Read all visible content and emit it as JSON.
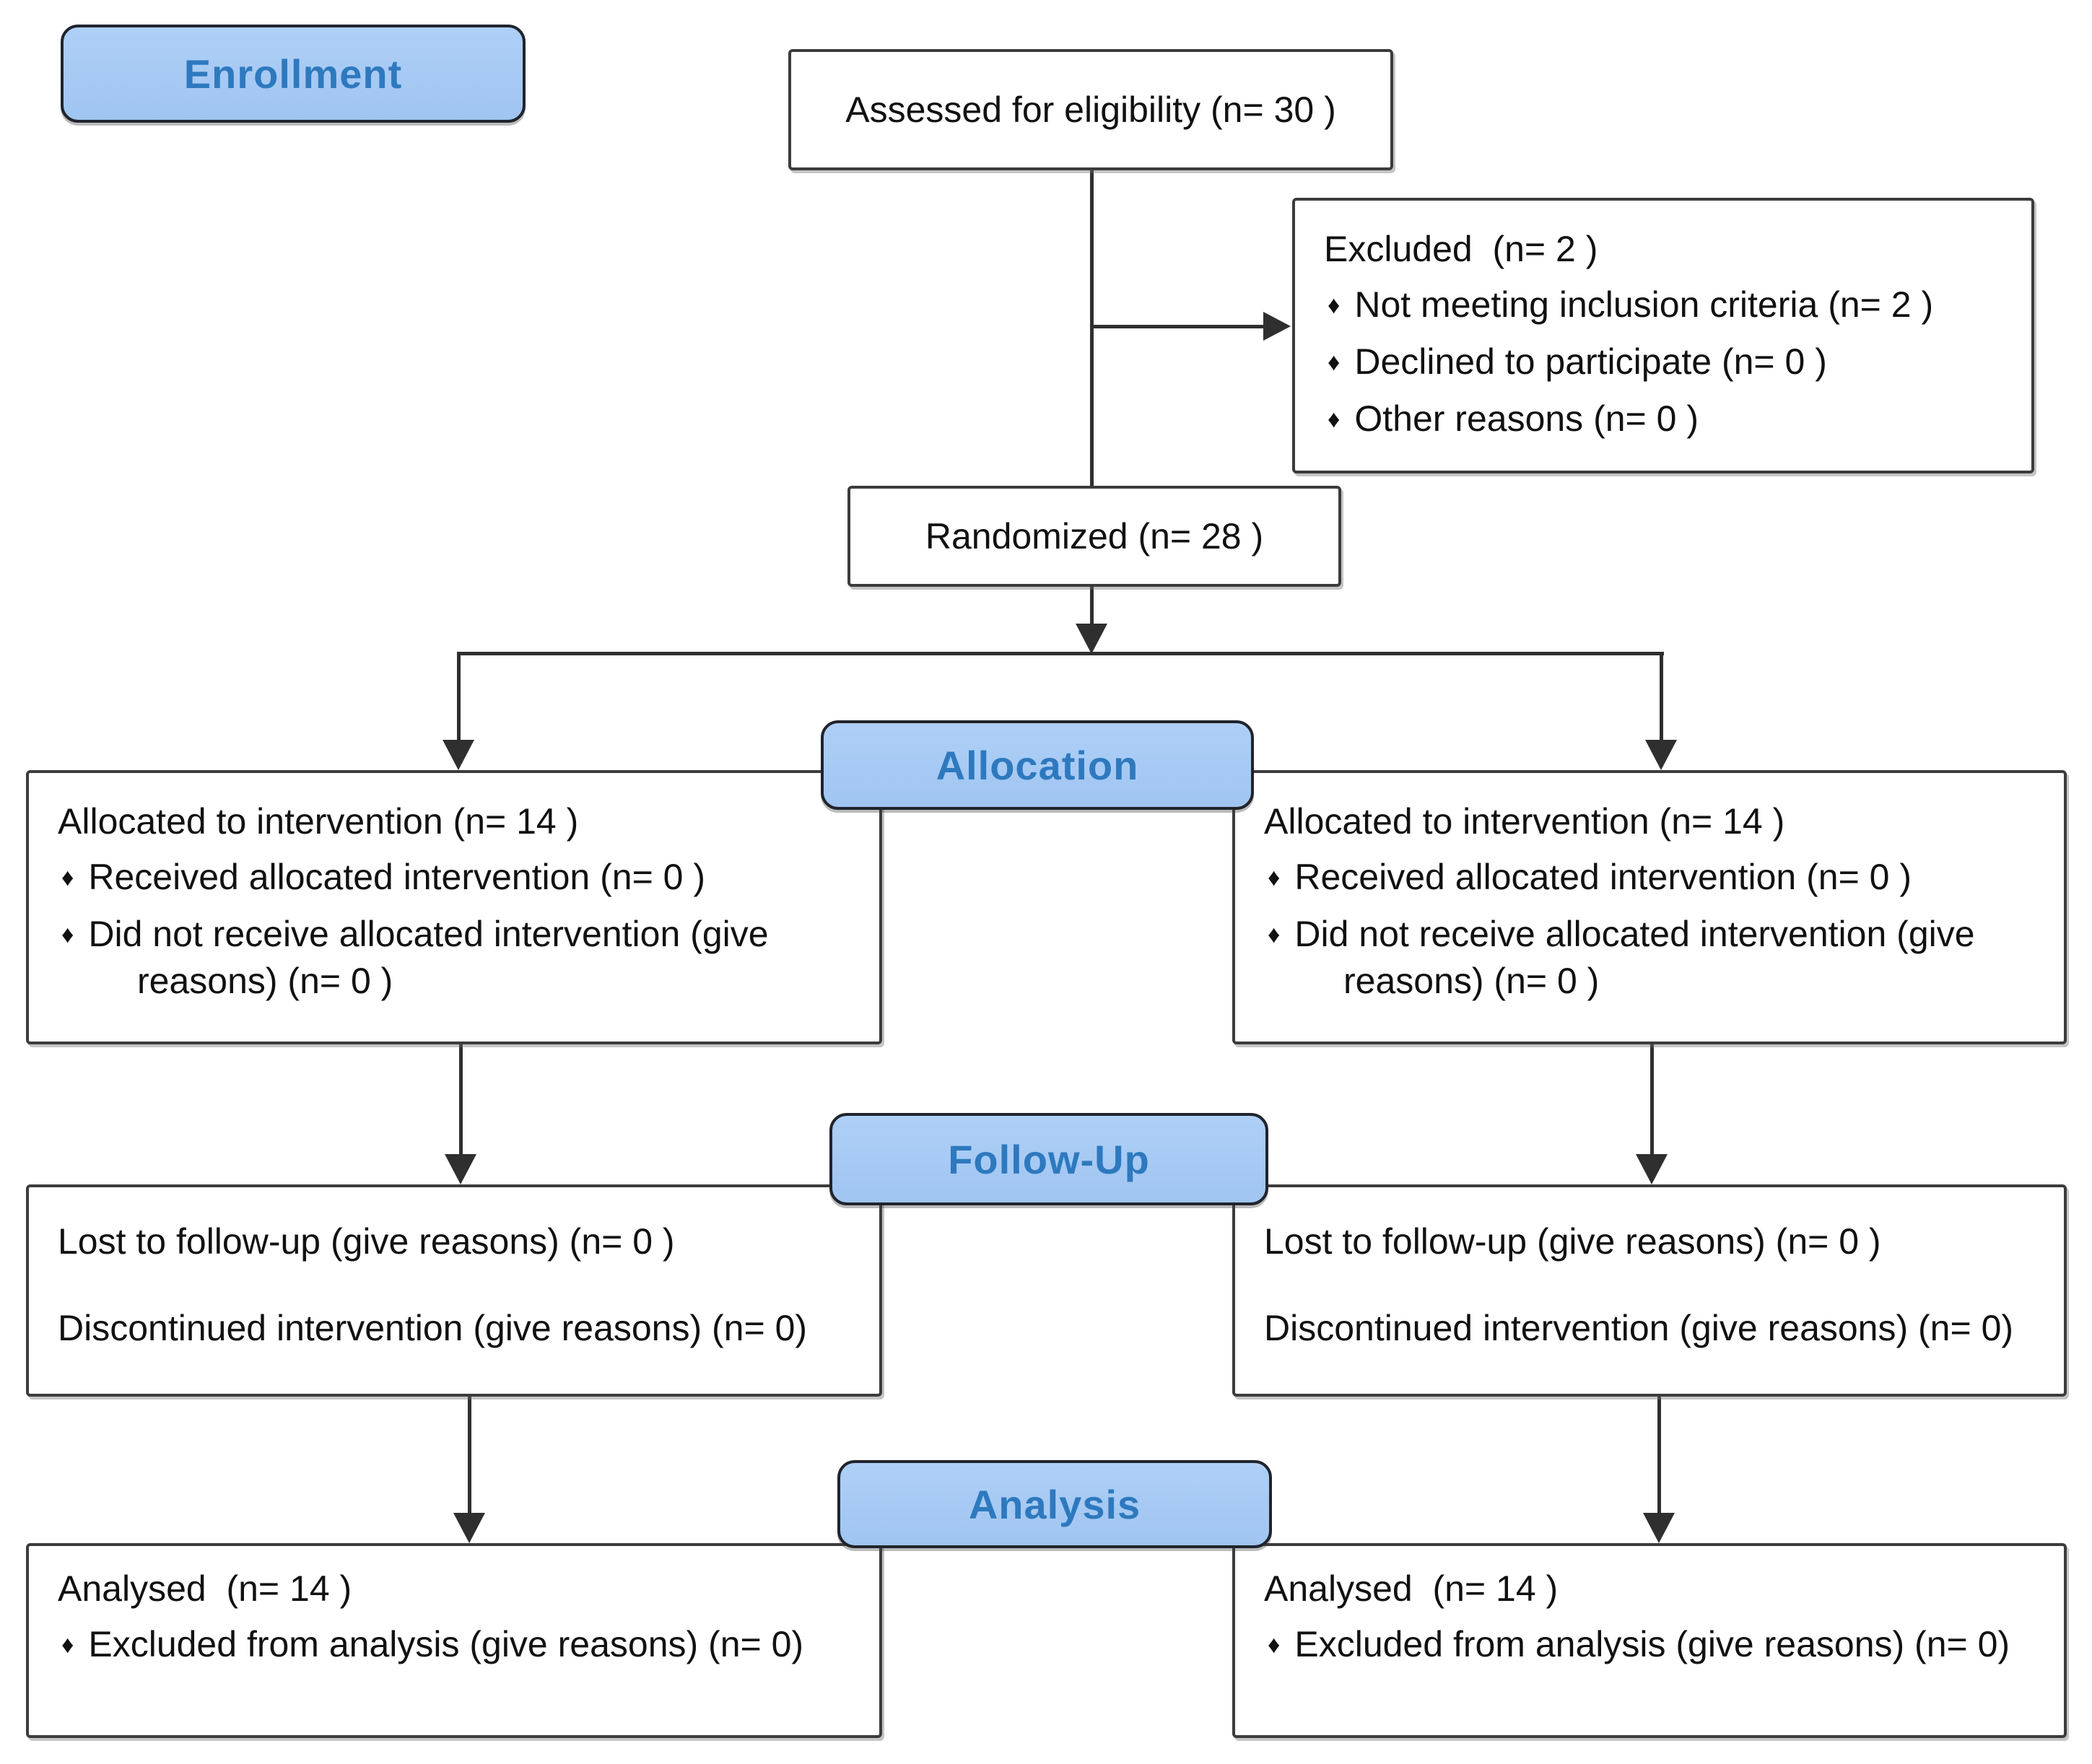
{
  "diagram": {
    "type": "consort-flow",
    "bullet_glyph": "♦",
    "colors": {
      "badge_fill_top": "#AECFF7",
      "badge_fill_bottom": "#A0C5F1",
      "badge_text": "#2E79BE",
      "badge_border": "#20242C",
      "box_border": "#3C3C3C",
      "connector": "#2F2F2F",
      "text": "#111111",
      "background": "#FFFFFF"
    },
    "stages": {
      "enrollment": "Enrollment",
      "allocation": "Allocation",
      "followup": "Follow-Up",
      "analysis": "Analysis"
    },
    "boxes": {
      "assessed": {
        "text": "Assessed for eligibility (n= 30 )"
      },
      "excluded": {
        "title": "Excluded  (n= 2 )",
        "items": [
          "Not meeting inclusion criteria (n= 2 )",
          "Declined to participate (n= 0 )",
          "Other reasons (n= 0 )"
        ]
      },
      "randomized": {
        "text": "Randomized (n= 28 )"
      },
      "allocation_left": {
        "title": "Allocated to intervention (n= 14 )",
        "items": [
          "Received allocated intervention (n= 0 )",
          "Did not receive allocated intervention (give reasons) (n= 0 )"
        ]
      },
      "allocation_right": {
        "title": "Allocated to intervention (n= 14 )",
        "items": [
          "Received allocated intervention (n= 0 )",
          "Did not receive allocated intervention (give reasons) (n= 0 )"
        ]
      },
      "followup_left": {
        "lines": [
          "Lost to follow-up (give reasons) (n= 0 )",
          "Discontinued intervention (give reasons) (n= 0)"
        ]
      },
      "followup_right": {
        "lines": [
          "Lost to follow-up (give reasons) (n= 0 )",
          "Discontinued intervention (give reasons) (n= 0)"
        ]
      },
      "analysis_left": {
        "title": "Analysed  (n= 14 )",
        "items": [
          "Excluded from analysis (give reasons) (n= 0)"
        ]
      },
      "analysis_right": {
        "title": "Analysed  (n= 14 )",
        "items": [
          "Excluded from analysis (give reasons) (n= 0)"
        ]
      }
    }
  }
}
